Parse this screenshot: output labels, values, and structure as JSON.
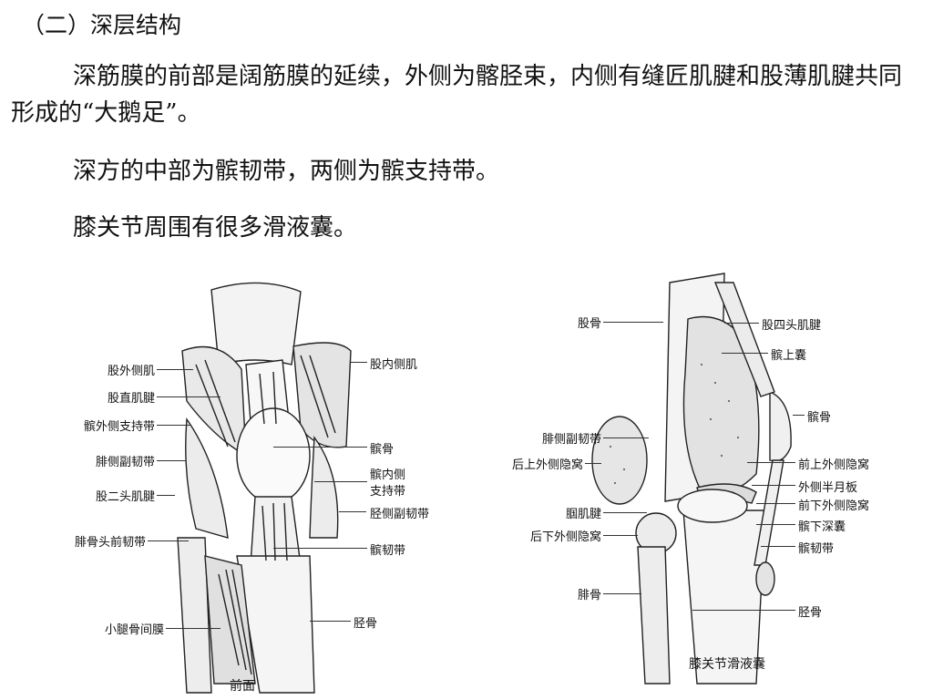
{
  "heading": "（二）深层结构",
  "paragraphs": [
    "深筋膜的前部是阔筋膜的延续，外侧为髂胫束，内侧有缝匠肌腱和股薄肌腱共同形成的“大鹅足”。",
    "深方的中部为髌韧带，两侧为髌支持带。",
    "膝关节周围有很多滑液囊。"
  ],
  "figure_front": {
    "caption": "前面",
    "left_labels": [
      "股外侧肌",
      "股直肌腱",
      "髌外侧支持带",
      "腓侧副韧带",
      "股二头肌腱",
      "腓骨头前韧带",
      "小腿骨间膜"
    ],
    "right_labels": [
      "股内侧肌",
      "髌骨",
      "髌内侧",
      "支持带",
      "胫侧副韧带",
      "髌韧带",
      "胫骨"
    ]
  },
  "figure_bursa": {
    "caption": "膝关节滑液囊",
    "left_labels": [
      "股骨",
      "腓侧副韧带",
      "后上外侧隐窝",
      "腘肌腱",
      "后下外侧隐窝",
      "腓骨"
    ],
    "right_labels": [
      "股四头肌腱",
      "髌上囊",
      "髌骨",
      "前上外侧隐窝",
      "外侧半月板",
      "前下外侧隐窝",
      "髌下深囊",
      "髌韧带",
      "胫骨"
    ]
  }
}
